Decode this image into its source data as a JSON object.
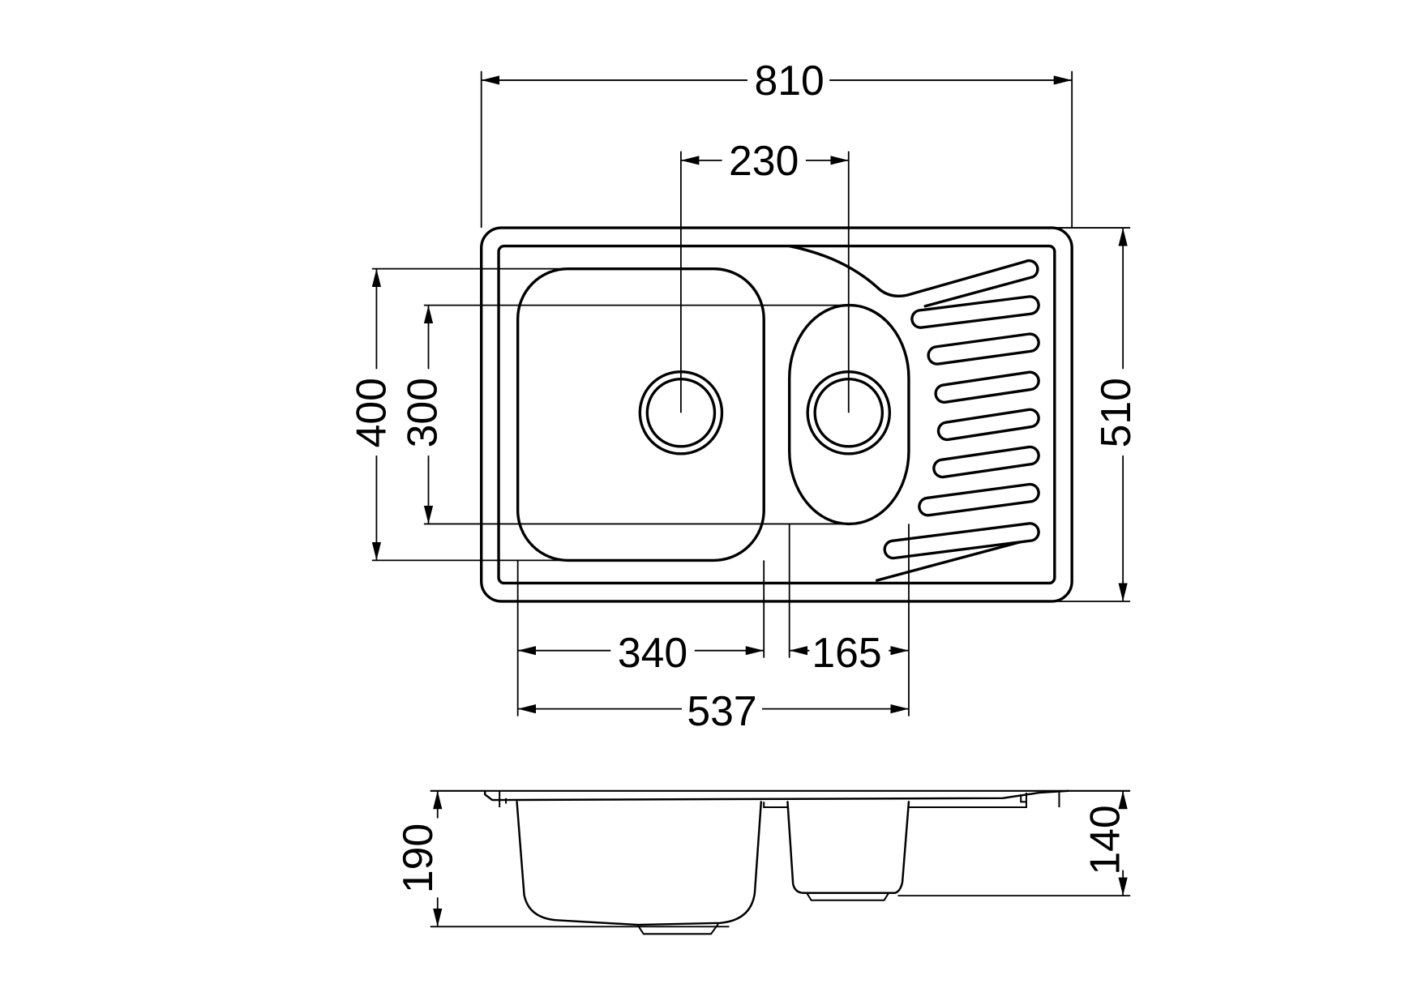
{
  "drawing": {
    "colors": {
      "line": "#000000",
      "background": "#ffffff"
    },
    "top_view": {
      "dimensions": {
        "overall_width": "810",
        "drain_spacing": "230",
        "overall_depth": "510",
        "main_bowl_length": "400",
        "second_bowl_length": "300",
        "main_bowl_width": "340",
        "second_bowl_width": "165",
        "bowls_total_width": "537"
      },
      "drainboard_slot_count": 8
    },
    "side_view": {
      "dimensions": {
        "main_bowl_depth": "190",
        "second_bowl_depth": "140"
      }
    }
  }
}
